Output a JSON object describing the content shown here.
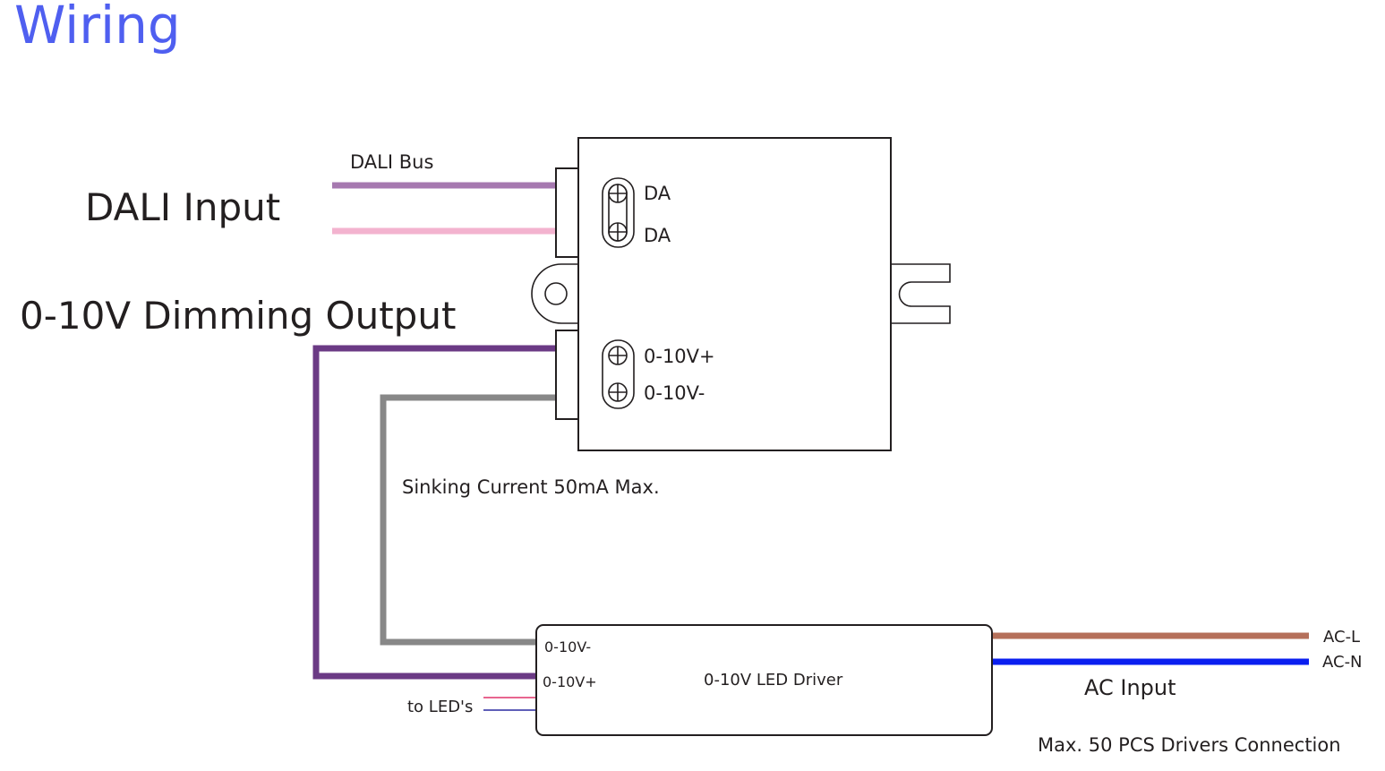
{
  "title": "Wiring",
  "labels": {
    "dali_input": "DALI Input",
    "dali_bus": "DALI Bus",
    "dimming_output": "0-10V Dimming Output",
    "sinking_current": "Sinking Current 50mA Max.",
    "to_leds": "to LED's",
    "ac_input": "AC Input",
    "max_drivers": "Max. 50 PCS Drivers Connection"
  },
  "controller": {
    "terminals": [
      "DA",
      "DA",
      "0-10V+",
      "0-10V-"
    ]
  },
  "driver": {
    "name": "0-10V LED Driver",
    "terminals": [
      "0-10V-",
      "0-10V+"
    ],
    "ac_terminals": [
      "AC-L",
      "AC-N"
    ]
  },
  "wire_colors": {
    "dali_1": "#a679b0",
    "dali_2": "#f3b3cf",
    "dim_plus": "#6b3a85",
    "dim_minus": "#888888",
    "ac_l": "#b5705a",
    "ac_n": "#0a1ef0",
    "led_plus": "#e0336a",
    "led_minus": "#2a2aa0"
  }
}
